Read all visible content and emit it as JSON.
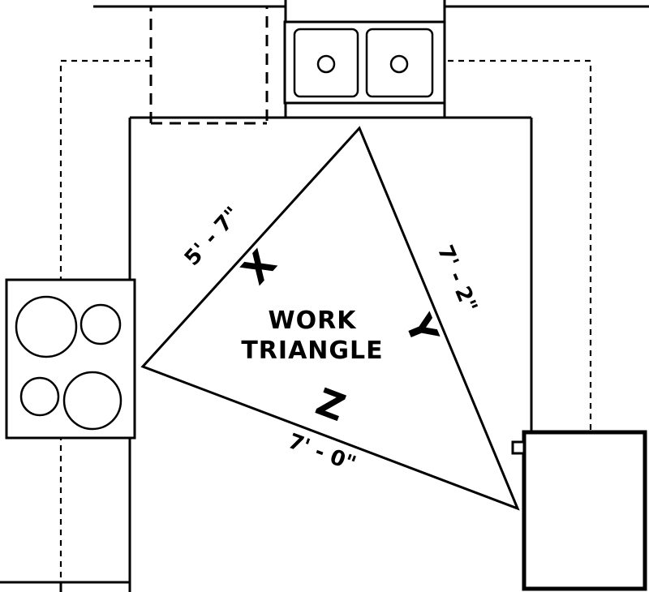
{
  "diagram": {
    "title": {
      "line1": "WORK",
      "line2": "TRIANGLE"
    },
    "sides": [
      {
        "id": "X",
        "length": "5' - 7\""
      },
      {
        "id": "Y",
        "length": "7' - 2\""
      },
      {
        "id": "Z",
        "length": "7' - 0\""
      }
    ],
    "appliances": [
      {
        "icon": "sink-icon"
      },
      {
        "icon": "cooktop-icon"
      },
      {
        "icon": "refrigerator-icon"
      }
    ],
    "colors": {
      "line": "#000000",
      "background": "#ffffff"
    }
  }
}
